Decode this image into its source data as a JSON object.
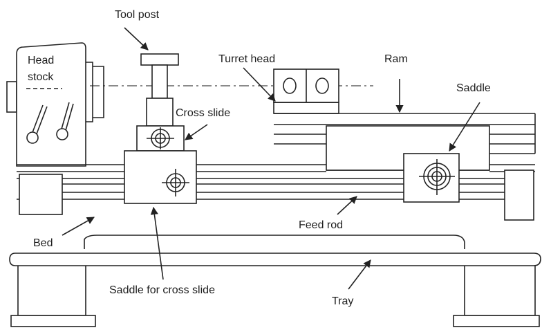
{
  "labels": {
    "tool_post": "Tool post",
    "head_stock_line1": "Head",
    "head_stock_line2": "stock",
    "turret_head": "Turret head",
    "ram": "Ram",
    "saddle": "Saddle",
    "cross_slide": "Cross slide",
    "bed": "Bed",
    "feed_rod": "Feed rod",
    "saddle_for_cross_slide": "Saddle for cross slide",
    "tray": "Tray"
  }
}
